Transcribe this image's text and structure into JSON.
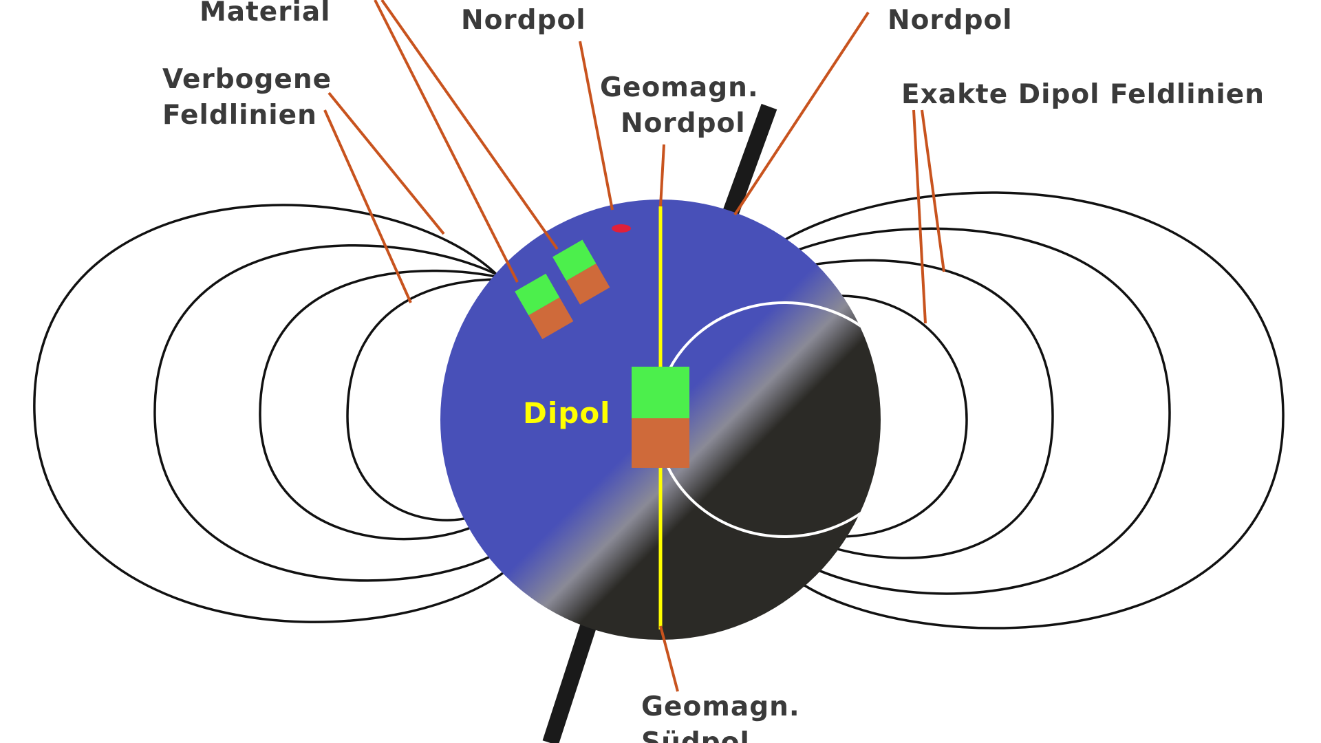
{
  "labels": {
    "material": "Material",
    "nordpol_left": "Nordpol",
    "nordpol_right": "Nordpol",
    "verbogene_line1": "Verbogene",
    "verbogene_line2": "Feldlinien",
    "geomagn_nord_line1": "Geomagn.",
    "geomagn_nord_line2": "Nordpol",
    "exakte": "Exakte Dipol Feldlinien",
    "dipol": "Dipol",
    "geomagn_sued_line1": "Geomagn.",
    "geomagn_sued_line2": "Südpol"
  },
  "colors": {
    "earth_north": "#4850b8",
    "earth_south": "#2b2a26",
    "magnet_north": "#4cef4c",
    "magnet_south": "#cf6a3a",
    "axis_line": "#ffff00",
    "leader": "#c8531e",
    "field_line": "#111111",
    "pole_marker": "#e0203a"
  }
}
